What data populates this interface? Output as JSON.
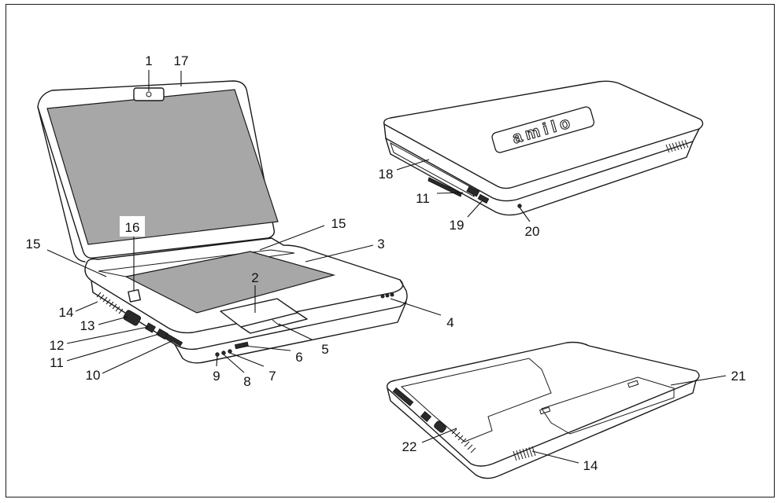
{
  "diagram": {
    "logo_text": "amilo",
    "callouts": [
      {
        "id": "c1",
        "label": "1"
      },
      {
        "id": "c17",
        "label": "17"
      },
      {
        "id": "c16",
        "label": "16"
      },
      {
        "id": "c15a",
        "label": "15"
      },
      {
        "id": "c15b",
        "label": "15"
      },
      {
        "id": "c3",
        "label": "3"
      },
      {
        "id": "c2",
        "label": "2"
      },
      {
        "id": "c14a",
        "label": "14"
      },
      {
        "id": "c13",
        "label": "13"
      },
      {
        "id": "c12",
        "label": "12"
      },
      {
        "id": "c11a",
        "label": "11"
      },
      {
        "id": "c10",
        "label": "10"
      },
      {
        "id": "c9",
        "label": "9"
      },
      {
        "id": "c8",
        "label": "8"
      },
      {
        "id": "c7",
        "label": "7"
      },
      {
        "id": "c6",
        "label": "6"
      },
      {
        "id": "c5",
        "label": "5"
      },
      {
        "id": "c4",
        "label": "4"
      },
      {
        "id": "c18",
        "label": "18"
      },
      {
        "id": "c11b",
        "label": "11"
      },
      {
        "id": "c19",
        "label": "19"
      },
      {
        "id": "c20",
        "label": "20"
      },
      {
        "id": "c21",
        "label": "21"
      },
      {
        "id": "c22",
        "label": "22"
      },
      {
        "id": "c14b",
        "label": "14"
      }
    ]
  }
}
